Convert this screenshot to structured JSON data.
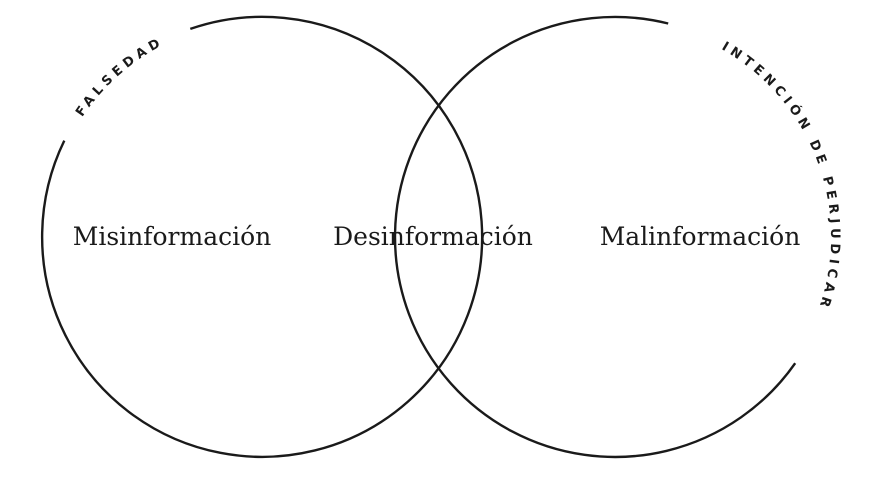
{
  "diagram": {
    "type": "venn",
    "circles": [
      {
        "label": "FALSEDAD"
      },
      {
        "label": "INTENCIÓN DE PERJUDICAR"
      }
    ],
    "regions": {
      "left": "Misinformación",
      "overlap": "Desinformación",
      "right": "Malinformación"
    },
    "colors": {
      "stroke": "#1a1a1a",
      "background": "#ffffff"
    }
  }
}
